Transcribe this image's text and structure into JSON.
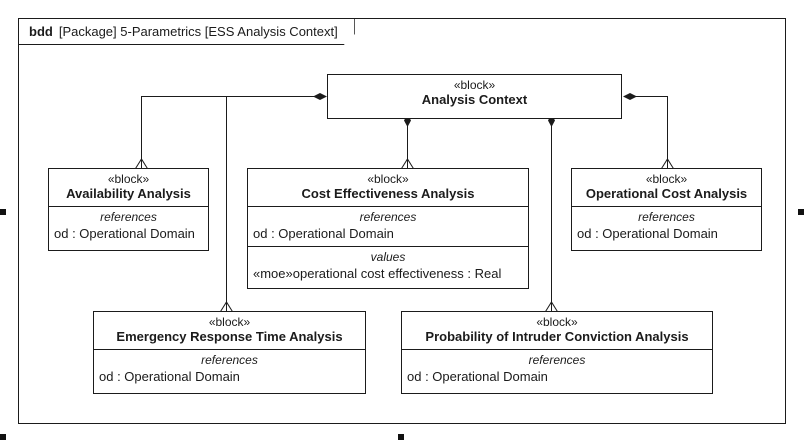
{
  "frame": {
    "kind": "bdd",
    "label": "[Package] 5-Parametrics [ESS Analysis Context]"
  },
  "stereotype_block": "«block»",
  "compartment_titles": {
    "references": "references",
    "values": "values"
  },
  "blocks": {
    "analysis_context": {
      "stereotype": "«block»",
      "name": "Analysis Context"
    },
    "availability": {
      "stereotype": "«block»",
      "name": "Availability Analysis",
      "references_title": "references",
      "references_item": "od : Operational Domain"
    },
    "cost_effectiveness": {
      "stereotype": "«block»",
      "name": "Cost Effectiveness Analysis",
      "references_title": "references",
      "references_item": "od : Operational Domain",
      "values_title": "values",
      "values_item": "«moe»operational cost effectiveness : Real"
    },
    "operational_cost": {
      "stereotype": "«block»",
      "name": "Operational Cost Analysis",
      "references_title": "references",
      "references_item": "od : Operational Domain"
    },
    "emergency_response": {
      "stereotype": "«block»",
      "name": "Emergency Response Time Analysis",
      "references_title": "references",
      "references_item": "od : Operational Domain"
    },
    "probability_conviction": {
      "stereotype": "«block»",
      "name": "Probability of Intruder Conviction Analysis",
      "references_title": "references",
      "references_item": "od : Operational Domain"
    }
  },
  "colors": {
    "line": "#1b1b1b",
    "background": "#ffffff"
  }
}
